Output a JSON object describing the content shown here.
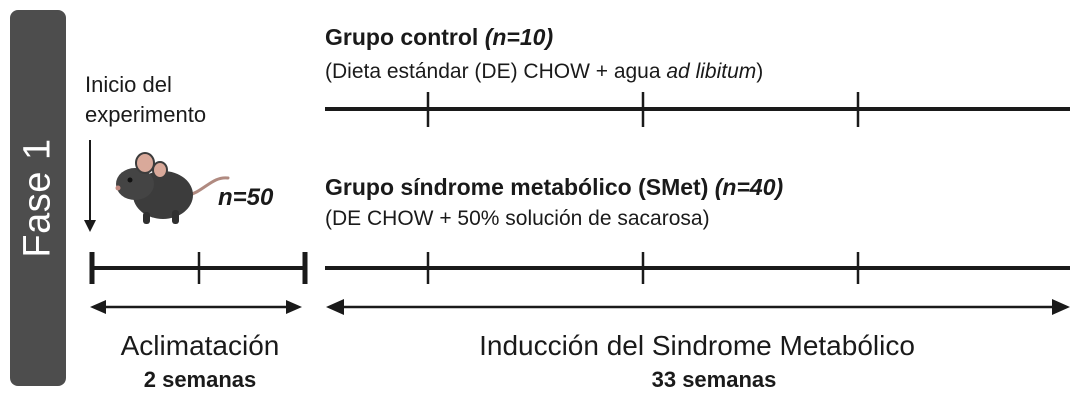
{
  "phase": {
    "label": "Fase 1"
  },
  "start": {
    "line1": "Inicio del",
    "line2": "experimento"
  },
  "mouse": {
    "icon": "mouse-icon",
    "count": "n=50"
  },
  "control_group": {
    "title": "Grupo control",
    "n": "(n=10)",
    "description_main": "(Dieta estándar (DE) CHOW + agua ",
    "description_italic": "ad libitum",
    "description_end": ")"
  },
  "smet_group": {
    "title": "Grupo síndrome metabólico (SMet)",
    "n": "(n=40)",
    "description": "(DE CHOW + 50%  solución de sacarosa)"
  },
  "acclimation": {
    "label": "Aclimatación",
    "duration": "2 semanas"
  },
  "induction": {
    "label": "Inducción del Sindrome Metabólico",
    "duration": "33 semanas"
  },
  "colors": {
    "phase_tab": "#4d4d4d",
    "line": "#1a1a1a",
    "mouse": "#3c3c3c",
    "mouse_ear": "#d9a99a"
  }
}
